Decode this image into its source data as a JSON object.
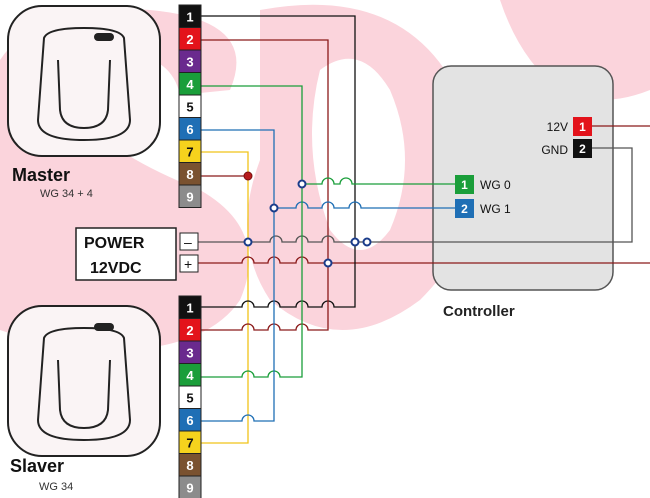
{
  "colors": {
    "wire_black": "#111111",
    "wire_red": "#8b1a1a",
    "wire_green": "#1a9e3a",
    "wire_blue": "#1f6fb5",
    "wire_yellow": "#f0c419",
    "wire_gray": "#555555",
    "pin_black": "#111111",
    "pin_red": "#e3131b",
    "pin_purple": "#6a2a8e",
    "pin_green": "#1a9e3a",
    "pin_white": "#ffffff",
    "pin_blue": "#1f6fb5",
    "pin_yellow": "#f6d21d",
    "pin_brown": "#7a5230",
    "pin_gray": "#8c8c8c",
    "watermark": "#fbd4dc",
    "controller_fill": "#e3e3e3"
  },
  "master": {
    "title": "Master",
    "subtitle": "WG 34 + 4",
    "pins": [
      "1",
      "2",
      "3",
      "4",
      "5",
      "6",
      "7",
      "8",
      "9"
    ]
  },
  "slaver": {
    "title": "Slaver",
    "subtitle": "WG 34",
    "pins": [
      "1",
      "2",
      "3",
      "4",
      "5",
      "6",
      "7",
      "8",
      "9"
    ]
  },
  "power": {
    "line1": "POWER",
    "line2": "12VDC",
    "minus": "–",
    "plus": "+"
  },
  "controller": {
    "title": "Controller",
    "terminals": [
      {
        "num": "1",
        "label": "12V"
      },
      {
        "num": "2",
        "label": "GND"
      },
      {
        "num": "1",
        "label": "WG 0"
      },
      {
        "num": "2",
        "label": "WG 1"
      }
    ]
  }
}
